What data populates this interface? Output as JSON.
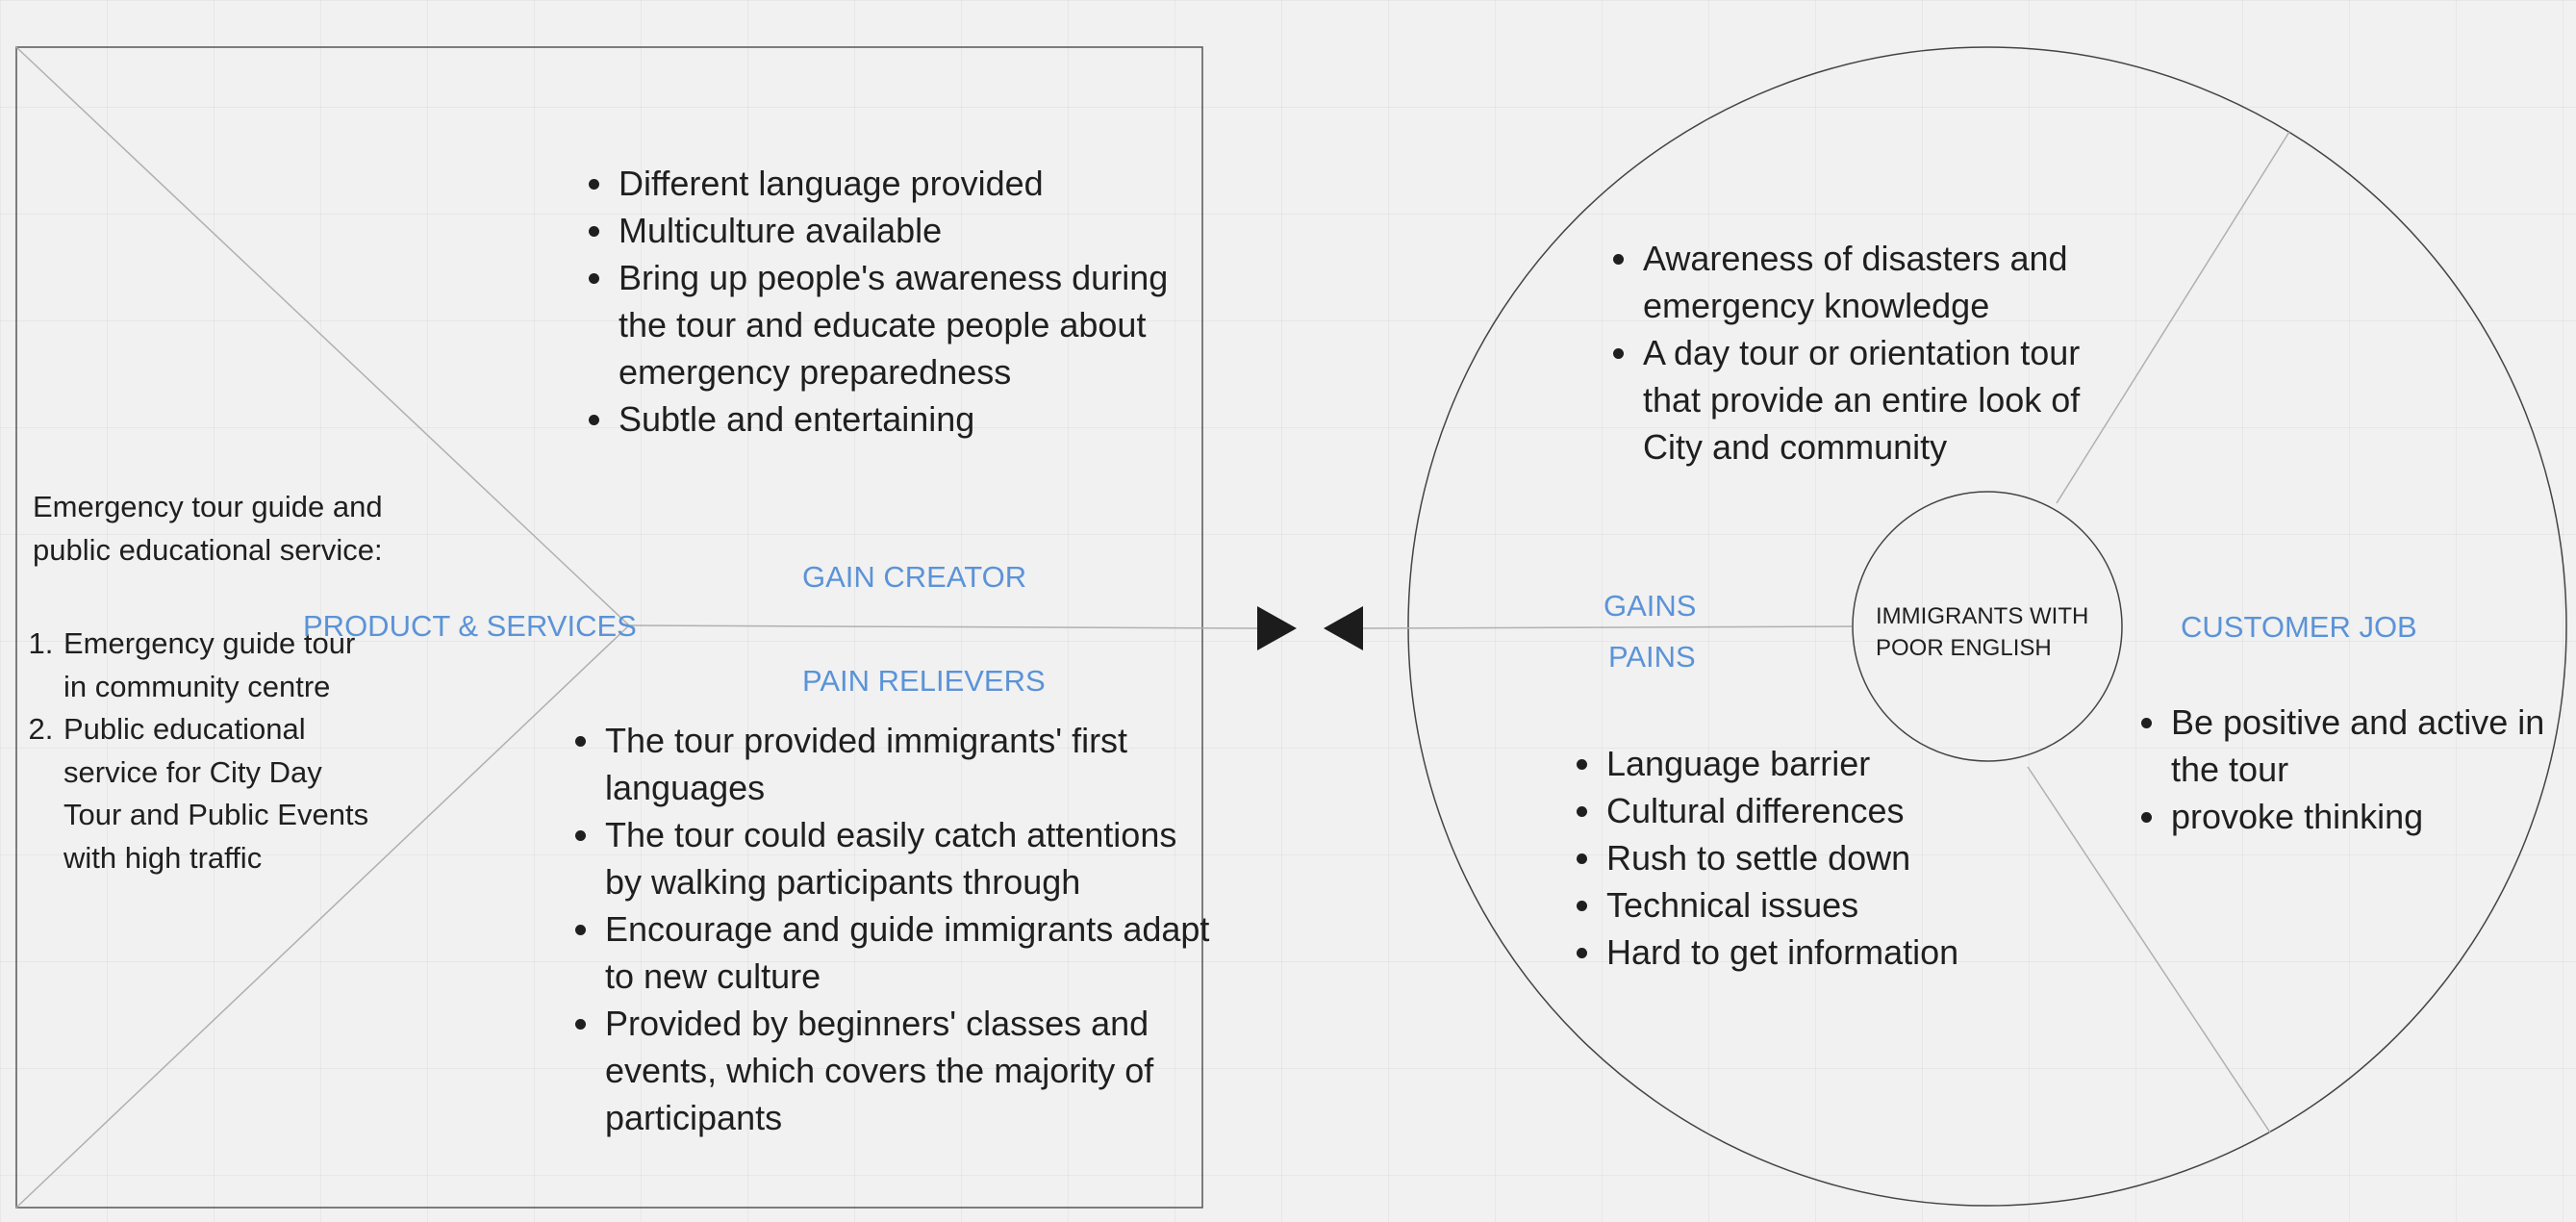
{
  "product_side": {
    "product_services_label": "PRODUCT & SERVICES",
    "gain_creator_label": "GAIN CREATOR",
    "pain_relievers_label": "PAIN RELIEVERS",
    "service_intro": "Emergency tour guide and public educational service:",
    "services": [
      "Emergency guide tour in community centre",
      "Public educational service for City Day Tour and Public Events with high traffic"
    ],
    "gain_creators": [
      "Different language provided",
      "Multiculture available",
      "Bring up people's awareness during the tour and educate people about emergency preparedness",
      "Subtle and entertaining"
    ],
    "pain_relievers": [
      "The tour provided immigrants' first languages",
      "The tour could easily catch attentions by walking participants through",
      "Encourage and guide immigrants adapt to new culture",
      "Provided by beginners' classes and events, which covers the majority of participants"
    ]
  },
  "customer_side": {
    "center_label": "IMMIGRANTS WITH POOR ENGLISH",
    "gains_label": "GAINS",
    "pains_label": "PAINS",
    "customer_job_label": "CUSTOMER JOB",
    "gains": [
      "Awareness of disasters and emergency knowledge",
      "A day tour or orientation tour that provide an entire look of City and community"
    ],
    "pains": [
      "Language barrier",
      "Cultural differences",
      "Rush to settle down",
      "Technical issues",
      "Hard to get information"
    ],
    "customer_jobs": [
      "Be positive and active in the tour",
      "provoke thinking"
    ]
  },
  "colors": {
    "label_blue": "#5b93d8",
    "text": "#1f1f1f",
    "background": "#f1f1f1"
  }
}
